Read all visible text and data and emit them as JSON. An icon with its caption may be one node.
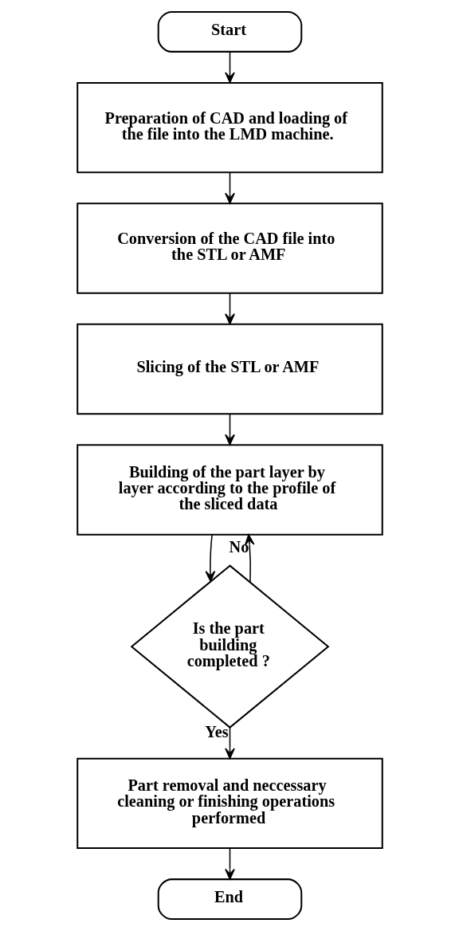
{
  "diagram": {
    "nodes": [
      {
        "text": [
          "Start"
        ]
      },
      {
        "text": [
          "Preparation of CAD and loading of the file into the LMD machine."
        ]
      },
      {
        "text": [
          "Conversion of the CAD file into the STL or AMF"
        ]
      },
      {
        "text": [
          "Slicing of the STL or AMF"
        ]
      },
      {
        "text": [
          "Building of the part layer by layer according to the profile of the sliced data"
        ]
      },
      {
        "text": [
          "Is the part building completed ?"
        ]
      },
      {
        "text": [
          "Part removal and neccessary cleaning or finishing operations performed"
        ]
      },
      {
        "text": [
          "End"
        ]
      }
    ],
    "edges": [
      {
        "from": 0,
        "to": 1,
        "arrow": "to"
      },
      {
        "from": 1,
        "to": 2,
        "arrow": "to"
      },
      {
        "from": 2,
        "to": 3,
        "arrow": "to"
      },
      {
        "from": 3,
        "to": 4,
        "arrow": "to"
      },
      {
        "from": 4,
        "to": 5,
        "arrow": "to"
      },
      {
        "from": 5,
        "to": 4,
        "arrow": "to",
        "label": "No"
      },
      {
        "from": 5,
        "to": 6,
        "arrow": "to",
        "label": "Yes"
      },
      {
        "from": 6,
        "to": 7,
        "arrow": "to"
      }
    ]
  }
}
